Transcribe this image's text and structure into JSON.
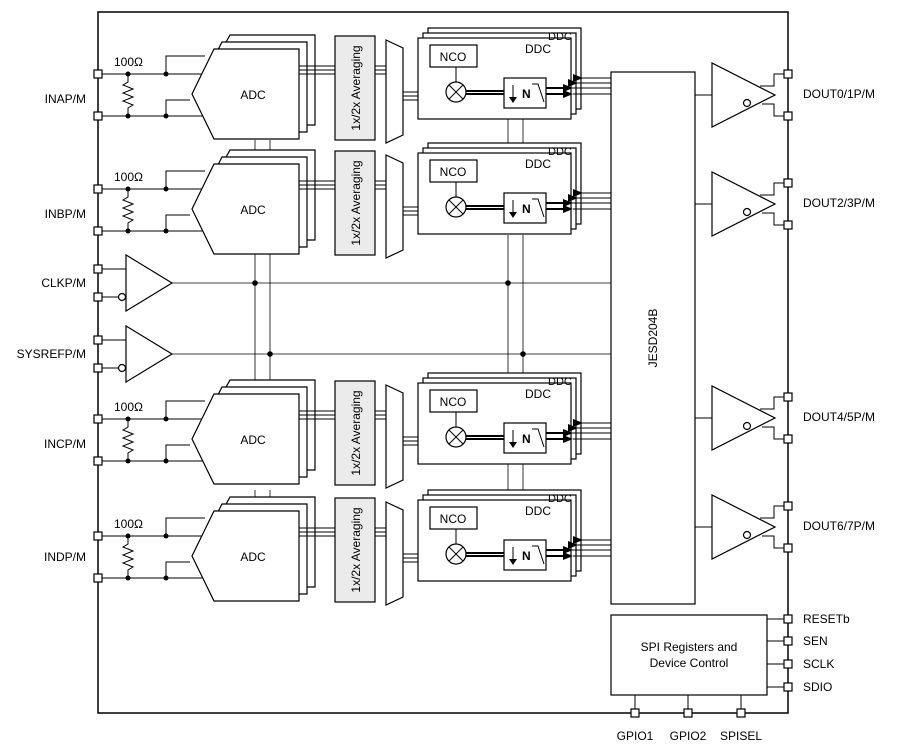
{
  "pins_left": [
    "INAP/M",
    "INBP/M",
    "CLKP/M",
    "SYSREFP/M",
    "INCP/M",
    "INDP/M"
  ],
  "pins_right": [
    "DOUT0/1P/M",
    "DOUT2/3P/M",
    "DOUT4/5P/M",
    "DOUT6/7P/M"
  ],
  "pins_control": [
    "RESETb",
    "SEN",
    "SCLK",
    "SDIO"
  ],
  "pins_bottom": [
    "GPIO1",
    "GPIO2",
    "SPISEL"
  ],
  "channels": [
    {
      "resistor": "100Ω",
      "adc": "ADC",
      "averaging": "1x/2x Averaging",
      "nco": "NCO",
      "ddc": "DDC",
      "decim": "N"
    },
    {
      "resistor": "100Ω",
      "adc": "ADC",
      "averaging": "1x/2x Averaging",
      "nco": "NCO",
      "ddc": "DDC",
      "decim": "N"
    },
    {
      "resistor": "100Ω",
      "adc": "ADC",
      "averaging": "1x/2x Averaging",
      "nco": "NCO",
      "ddc": "DDC",
      "decim": "N"
    },
    {
      "resistor": "100Ω",
      "adc": "ADC",
      "averaging": "1x/2x Averaging",
      "nco": "NCO",
      "ddc": "DDC",
      "decim": "N"
    }
  ],
  "ddc_back_label": "DDC",
  "jesd_label": "JESD204B",
  "spi_block": {
    "line1": "SPI Registers and",
    "line2": "Device Control"
  }
}
